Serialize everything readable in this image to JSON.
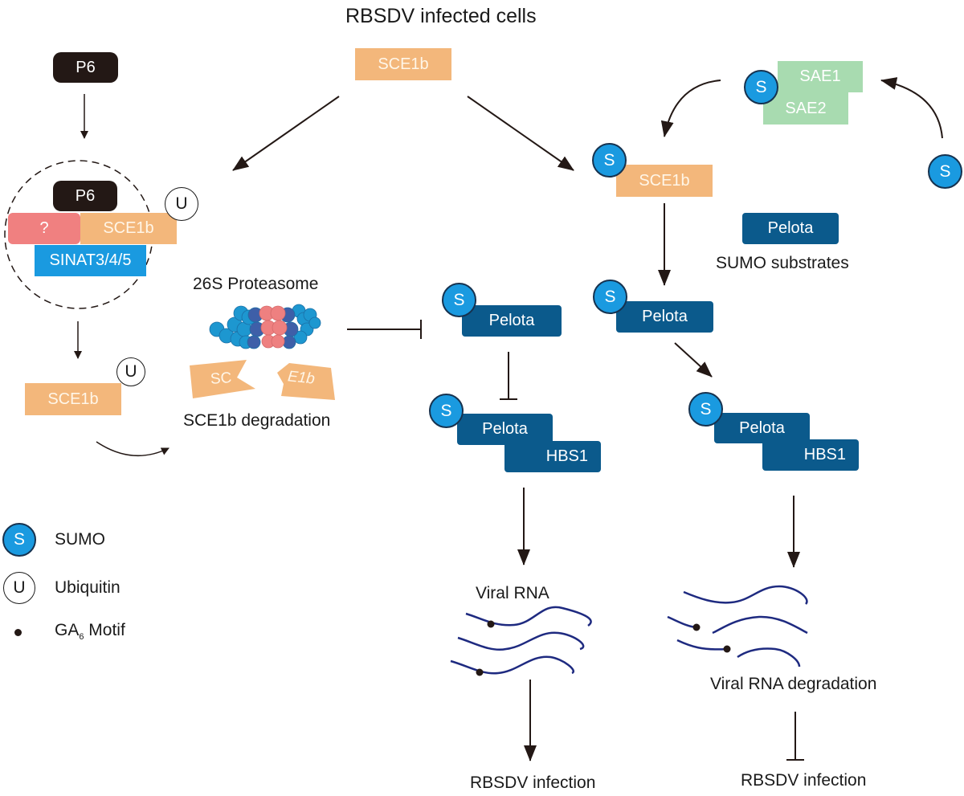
{
  "title": "RBSDV infected cells",
  "colors": {
    "p6": "#231815",
    "sce1b": "#f3b77b",
    "pelota": "#0b5a8c",
    "sae": "#a8dbb0",
    "sinat": "#1a9ae0",
    "unknown": "#f08080",
    "sumo": "#1a9ae0",
    "rna": "#1e2a80"
  },
  "left_pathway": {
    "p6_top": "P6",
    "complex": {
      "p6": "P6",
      "unknown": "?",
      "sce1b": "SCE1b",
      "sinat": "SINAT3/4/5",
      "ubiquitin": "U"
    },
    "ubiquitinated_sce1b": "SCE1b",
    "ubiquitin": "U"
  },
  "top_sce1b": "SCE1b",
  "proteasome": {
    "label": "26S Proteasome",
    "fragment_left": "SC",
    "fragment_right": "E1b",
    "degradation_label": "SCE1b degradation"
  },
  "sumo_cycle": {
    "sae1": "SAE1",
    "sae2": "SAE2",
    "sumo": "S",
    "free_sumo": "S",
    "sumo_sce1b": "SCE1b",
    "substrate": "Pelota",
    "substrate_label": "SUMO substrates"
  },
  "middle_column": {
    "pelota": "Pelota",
    "complex_pelota": "Pelota",
    "complex_hbs1": "HBS1",
    "rna_label": "Viral RNA",
    "outcome": "RBSDV infection"
  },
  "right_column": {
    "pelota": "Pelota",
    "complex_pelota": "Pelota",
    "complex_hbs1": "HBS1",
    "rna_label": "Viral RNA degradation",
    "outcome": "RBSDV infection"
  },
  "sumo_symbol": "S",
  "legend": [
    {
      "symbol": "S",
      "label": "SUMO"
    },
    {
      "symbol": "U",
      "label": "Ubiquitin"
    },
    {
      "symbol": "",
      "label": "GA",
      "subscript": "6",
      "suffix": " Motif"
    }
  ]
}
